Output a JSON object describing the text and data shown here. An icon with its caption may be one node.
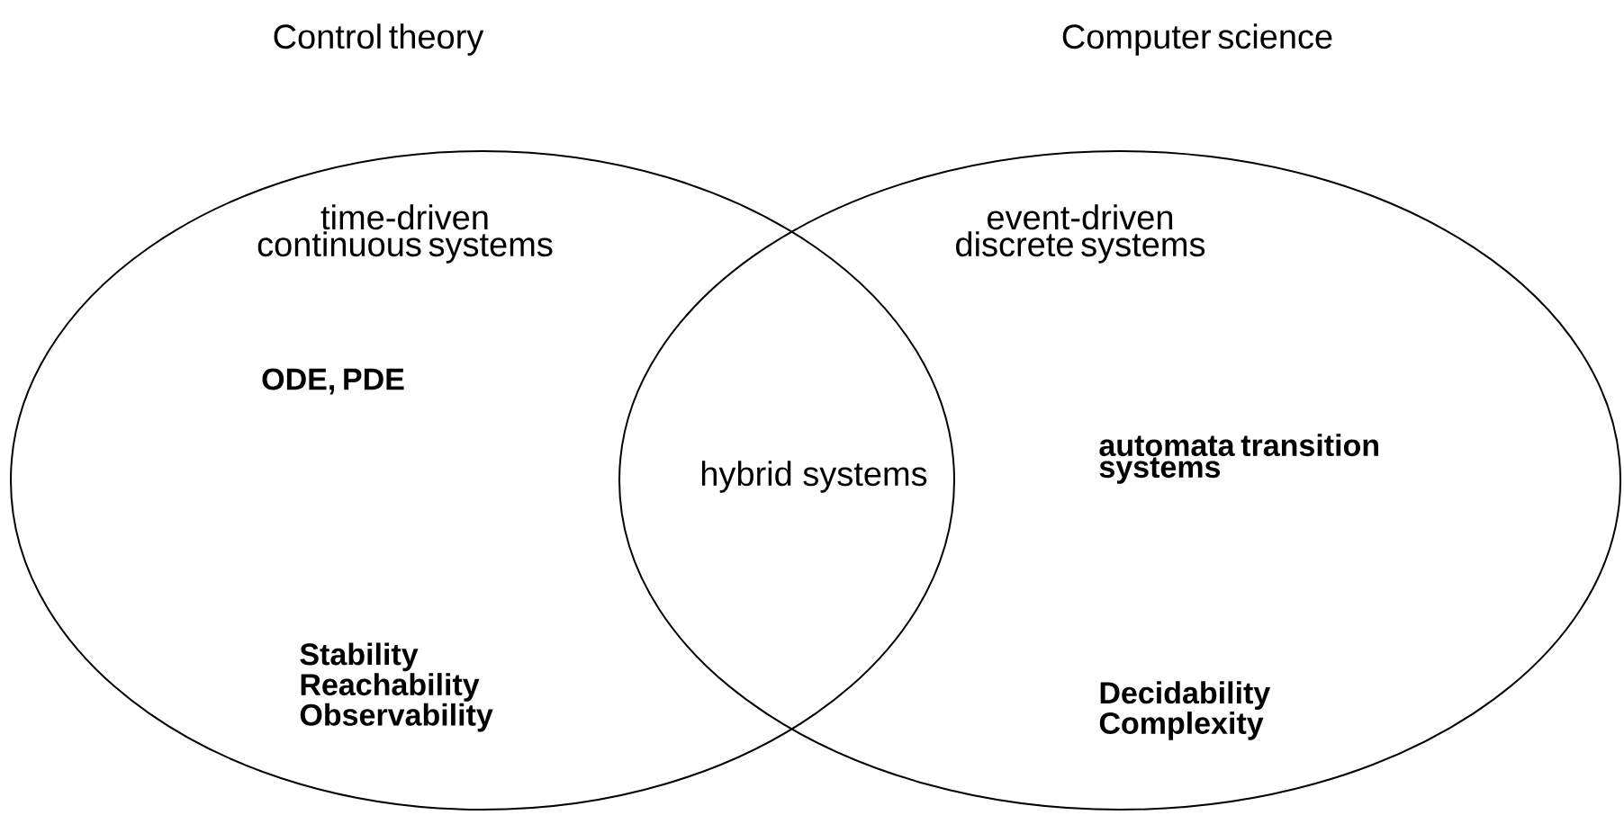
{
  "diagram": {
    "nodes": [
      {
        "text": [
          "Control theory",
          "time-driven continuous systems",
          "ODE, PDE",
          "Stability Reachability Observability"
        ]
      },
      {
        "text": [
          "Computer science",
          "event-driven discrete systems",
          "automata transition systems",
          "Decidability Complexity"
        ]
      }
    ],
    "labels": [
      "hybrid systems"
    ]
  }
}
